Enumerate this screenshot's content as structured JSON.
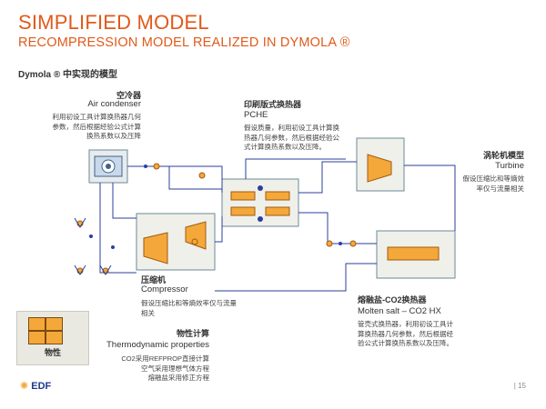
{
  "header": {
    "title": "SIMPLIFIED MODEL",
    "subtitle": "RECOMPRESSION MODEL REALIZED IN DYMOLA ®",
    "section": "Dymola ® 中实现的模型"
  },
  "blocks": {
    "air_condenser": {
      "label_cn": "空冷器",
      "label_en": "Air condenser",
      "note": [
        "利用初设工具计算换热器几何",
        "参数，然后根据经验公式计算",
        "换热系数以及压降"
      ]
    },
    "pche": {
      "label_cn": "印刷版式换热器",
      "label_en": "PCHE",
      "note": [
        "假设质量，利用初设工具计算换",
        "热器几何参数，然后根据经验公",
        "式计算换热系数以及压降。"
      ]
    },
    "turbine": {
      "label_cn": "涡轮机模型",
      "label_en": "Turbine",
      "note": [
        "假设压缩比和等熵效",
        "率仅与流量相关"
      ]
    },
    "compressor": {
      "label_cn": "压缩机",
      "label_en": "Compressor",
      "note": [
        "假设压缩比和等熵效率仅与流量",
        "相关"
      ]
    },
    "molten_salt": {
      "label_cn": "熔融盐-CO2换热器",
      "label_en": "Molten salt – CO2 HX",
      "note": [
        "管壳式换热器，利用初设工具计",
        "算换热器几何参数，然后根据经",
        "验公式计算换热系数以及压降。"
      ]
    },
    "thermo": {
      "label_cn": "物性计算",
      "label_en": "Thermodynamic properties",
      "icon_label": "物性",
      "note": [
        "CO2采用REFPROP直接计算",
        "空气采用理想气体方程",
        "熔融盐采用修正方程"
      ]
    }
  },
  "footer": {
    "logo": "EDF",
    "page": "| 15"
  },
  "colors": {
    "accent": "#e05a1a",
    "component": "#f4a83a",
    "line": "#2b3f9c"
  }
}
